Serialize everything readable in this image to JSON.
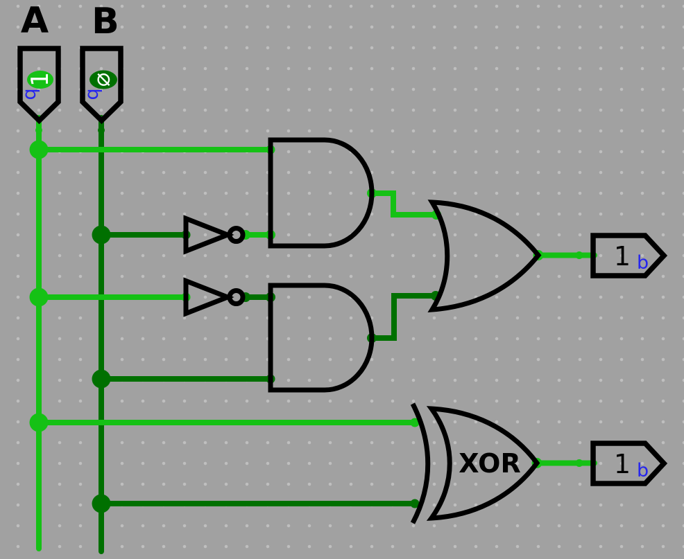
{
  "colors": {
    "background": "#a1a1a1",
    "grid_dot": "#bfbfbf",
    "wire_high": "#15c115",
    "wire_low": "#007000",
    "gate_stroke": "#000000",
    "label_text": "#000000",
    "bit_label": "#2525ee",
    "value_text": "#ffffff"
  },
  "inputs": [
    {
      "label": "A",
      "value": "1",
      "bit_suffix": "b",
      "state": "high"
    },
    {
      "label": "B",
      "value": "∅",
      "bit_suffix": "b",
      "state": "low"
    }
  ],
  "gates": {
    "and_top": {
      "type": "AND",
      "output_state": "high"
    },
    "and_bottom": {
      "type": "AND",
      "output_state": "low"
    },
    "not_top": {
      "type": "NOT",
      "output_state": "high"
    },
    "not_bottom": {
      "type": "NOT",
      "output_state": "low"
    },
    "or_gate": {
      "type": "OR",
      "output_state": "high"
    },
    "xor_gate": {
      "type": "XOR",
      "label": "XOR",
      "output_state": "high"
    }
  },
  "outputs": [
    {
      "value": "1",
      "bit_suffix": "b",
      "state": "high"
    },
    {
      "value": "1",
      "bit_suffix": "b",
      "state": "high"
    }
  ]
}
